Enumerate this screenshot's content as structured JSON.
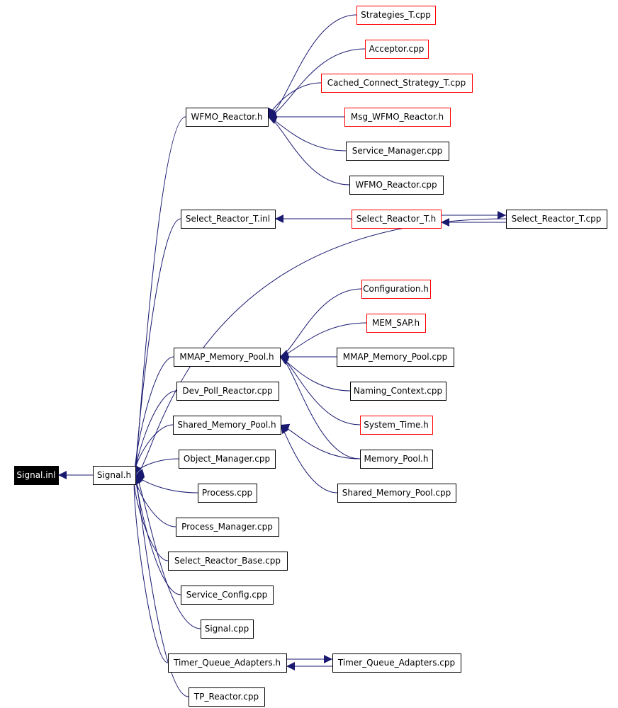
{
  "nodes": [
    {
      "id": "signal_inl",
      "label": "Signal.inl",
      "style": "focus"
    },
    {
      "id": "signal_h",
      "label": "Signal.h",
      "style": "black"
    },
    {
      "id": "wfmo_reactor_h",
      "label": "WFMO_Reactor.h",
      "style": "black"
    },
    {
      "id": "strategies_t_cpp",
      "label": "Strategies_T.cpp",
      "style": "red"
    },
    {
      "id": "acceptor_cpp",
      "label": "Acceptor.cpp",
      "style": "red"
    },
    {
      "id": "cached_connect_strategy_t_cpp",
      "label": "Cached_Connect_Strategy_T.cpp",
      "style": "red"
    },
    {
      "id": "msg_wfmo_reactor_h",
      "label": "Msg_WFMO_Reactor.h",
      "style": "red"
    },
    {
      "id": "service_manager_cpp",
      "label": "Service_Manager.cpp",
      "style": "black"
    },
    {
      "id": "wfmo_reactor_cpp",
      "label": "WFMO_Reactor.cpp",
      "style": "black"
    },
    {
      "id": "select_reactor_t_inl",
      "label": "Select_Reactor_T.inl",
      "style": "black"
    },
    {
      "id": "select_reactor_t_h",
      "label": "Select_Reactor_T.h",
      "style": "red"
    },
    {
      "id": "select_reactor_t_cpp",
      "label": "Select_Reactor_T.cpp",
      "style": "black"
    },
    {
      "id": "configuration_h",
      "label": "Configuration.h",
      "style": "red"
    },
    {
      "id": "mem_sap_h",
      "label": "MEM_SAP.h",
      "style": "red"
    },
    {
      "id": "mmap_memory_pool_h",
      "label": "MMAP_Memory_Pool.h",
      "style": "black"
    },
    {
      "id": "mmap_memory_pool_cpp",
      "label": "MMAP_Memory_Pool.cpp",
      "style": "black"
    },
    {
      "id": "naming_context_cpp",
      "label": "Naming_Context.cpp",
      "style": "black"
    },
    {
      "id": "system_time_h",
      "label": "System_Time.h",
      "style": "red"
    },
    {
      "id": "dev_poll_reactor_cpp",
      "label": "Dev_Poll_Reactor.cpp",
      "style": "black"
    },
    {
      "id": "shared_memory_pool_h",
      "label": "Shared_Memory_Pool.h",
      "style": "black"
    },
    {
      "id": "memory_pool_h",
      "label": "Memory_Pool.h",
      "style": "black"
    },
    {
      "id": "shared_memory_pool_cpp",
      "label": "Shared_Memory_Pool.cpp",
      "style": "black"
    },
    {
      "id": "object_manager_cpp",
      "label": "Object_Manager.cpp",
      "style": "black"
    },
    {
      "id": "process_cpp",
      "label": "Process.cpp",
      "style": "black"
    },
    {
      "id": "process_manager_cpp",
      "label": "Process_Manager.cpp",
      "style": "black"
    },
    {
      "id": "select_reactor_base_cpp",
      "label": "Select_Reactor_Base.cpp",
      "style": "black"
    },
    {
      "id": "service_config_cpp",
      "label": "Service_Config.cpp",
      "style": "black"
    },
    {
      "id": "signal_cpp",
      "label": "Signal.cpp",
      "style": "black"
    },
    {
      "id": "timer_queue_adapters_h",
      "label": "Timer_Queue_Adapters.h",
      "style": "black"
    },
    {
      "id": "timer_queue_adapters_cpp",
      "label": "Timer_Queue_Adapters.cpp",
      "style": "black"
    },
    {
      "id": "tp_reactor_cpp",
      "label": "TP_Reactor.cpp",
      "style": "black"
    }
  ],
  "edges": [
    {
      "from": "signal_h",
      "to": "signal_inl"
    },
    {
      "from": "wfmo_reactor_h",
      "to": "signal_h"
    },
    {
      "from": "select_reactor_t_inl",
      "to": "signal_h"
    },
    {
      "from": "select_reactor_t_cpp",
      "to": "signal_h"
    },
    {
      "from": "mmap_memory_pool_h",
      "to": "signal_h"
    },
    {
      "from": "dev_poll_reactor_cpp",
      "to": "signal_h"
    },
    {
      "from": "shared_memory_pool_h",
      "to": "signal_h"
    },
    {
      "from": "object_manager_cpp",
      "to": "signal_h"
    },
    {
      "from": "process_cpp",
      "to": "signal_h"
    },
    {
      "from": "process_manager_cpp",
      "to": "signal_h"
    },
    {
      "from": "select_reactor_base_cpp",
      "to": "signal_h"
    },
    {
      "from": "service_config_cpp",
      "to": "signal_h"
    },
    {
      "from": "signal_cpp",
      "to": "signal_h"
    },
    {
      "from": "timer_queue_adapters_h",
      "to": "signal_h"
    },
    {
      "from": "tp_reactor_cpp",
      "to": "signal_h"
    },
    {
      "from": "strategies_t_cpp",
      "to": "wfmo_reactor_h"
    },
    {
      "from": "acceptor_cpp",
      "to": "wfmo_reactor_h"
    },
    {
      "from": "cached_connect_strategy_t_cpp",
      "to": "wfmo_reactor_h"
    },
    {
      "from": "msg_wfmo_reactor_h",
      "to": "wfmo_reactor_h"
    },
    {
      "from": "service_manager_cpp",
      "to": "wfmo_reactor_h"
    },
    {
      "from": "wfmo_reactor_cpp",
      "to": "wfmo_reactor_h"
    },
    {
      "from": "select_reactor_t_h",
      "to": "select_reactor_t_inl"
    },
    {
      "from": "select_reactor_t_cpp",
      "to": "select_reactor_t_h"
    },
    {
      "from": "select_reactor_t_h",
      "to": "select_reactor_t_cpp"
    },
    {
      "from": "configuration_h",
      "to": "mmap_memory_pool_h"
    },
    {
      "from": "mem_sap_h",
      "to": "mmap_memory_pool_h"
    },
    {
      "from": "mmap_memory_pool_cpp",
      "to": "mmap_memory_pool_h"
    },
    {
      "from": "naming_context_cpp",
      "to": "mmap_memory_pool_h"
    },
    {
      "from": "system_time_h",
      "to": "mmap_memory_pool_h"
    },
    {
      "from": "memory_pool_h",
      "to": "mmap_memory_pool_h"
    },
    {
      "from": "memory_pool_h",
      "to": "shared_memory_pool_h"
    },
    {
      "from": "shared_memory_pool_cpp",
      "to": "shared_memory_pool_h"
    },
    {
      "from": "timer_queue_adapters_cpp",
      "to": "timer_queue_adapters_h"
    },
    {
      "from": "timer_queue_adapters_h",
      "to": "timer_queue_adapters_cpp"
    }
  ],
  "colors": {
    "edge": "#191970",
    "border": "#000000",
    "border_red": "#ff0000",
    "focus_fill": "#000000",
    "focus_text": "#ffffff"
  }
}
